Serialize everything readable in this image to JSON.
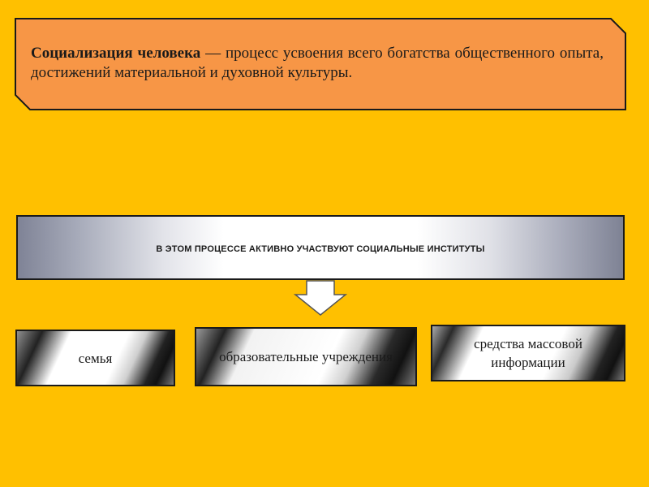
{
  "definition": {
    "term": "Социализация человека",
    "text": " — процесс усвоения всего богатства общественного опыта, достижений материальной и духовной культуры."
  },
  "banner": {
    "text": "В ЭТОМ ПРОЦЕССЕ АКТИВНО УЧАСТВУЮТ СОЦИАЛЬНЫЕ ИНСТИТУТЫ"
  },
  "institutions": [
    {
      "label": "семья"
    },
    {
      "label": "образовательные учреждения"
    },
    {
      "label": "средства массовой информации"
    }
  ],
  "colors": {
    "background": "#ffc000",
    "definition_fill": "#f79646",
    "outline": "#1a1a1a"
  }
}
